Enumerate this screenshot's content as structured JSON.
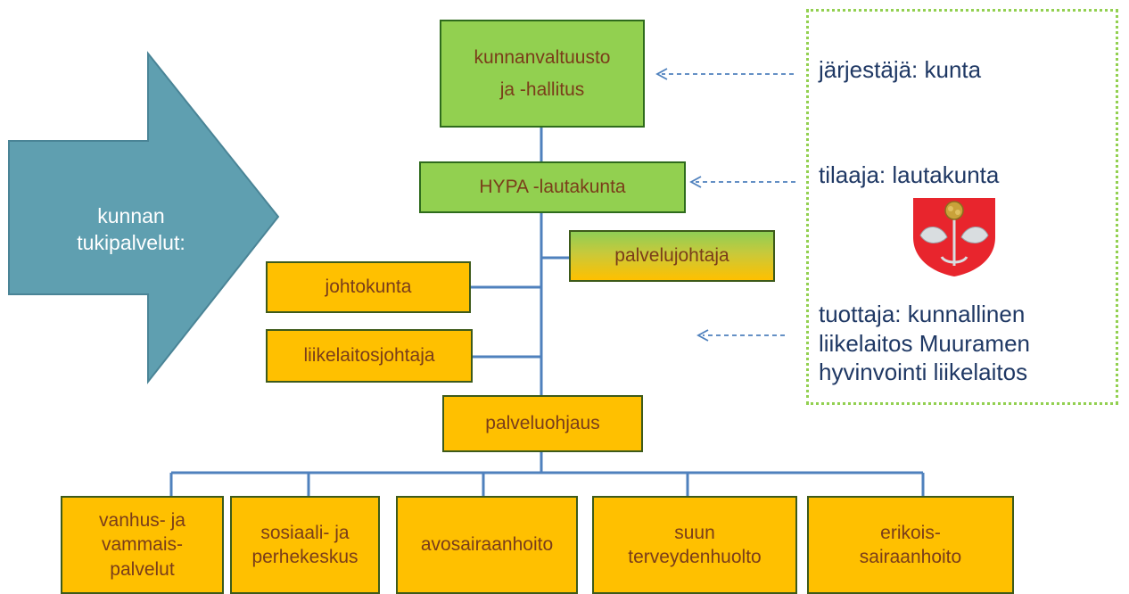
{
  "arrow": {
    "label_line1": "kunnan",
    "label_line2": "tukipalvelut:"
  },
  "boxes": {
    "council": {
      "line1": "kunnanvaltuusto",
      "line2": "ja -hallitus"
    },
    "board": {
      "label": "HYPA -lautakunta"
    },
    "service_director": {
      "label": "palvelujohtaja"
    },
    "directorate": {
      "label": "johtokunta"
    },
    "enterprise_director": {
      "label": "liikelaitosjohtaja"
    },
    "service_guidance": {
      "label": "palveluohjaus"
    }
  },
  "units": [
    {
      "lines": [
        "vanhus- ja",
        "vammais-",
        "palvelut"
      ]
    },
    {
      "lines": [
        "sosiaali- ja",
        "perhekeskus"
      ]
    },
    {
      "lines": [
        "avosairaanhoito"
      ]
    },
    {
      "lines": [
        "suun",
        "terveydenhuolto"
      ]
    },
    {
      "lines": [
        "erikois-",
        "sairaanhoito"
      ]
    }
  ],
  "roles": {
    "organizer": "järjestäjä: kunta",
    "orderer": "tilaaja: lautakunta",
    "producer_line1": "tuottaja: kunnallinen",
    "producer_line2": "liikelaitos Muuramen",
    "producer_line3": "hyvinvointi liikelaitos"
  },
  "colors": {
    "green_box": "#92d050",
    "orange_box": "#ffc000",
    "arrow_fill": "#5f9fb0",
    "connector": "#4f81bd",
    "right_text": "#1f3864",
    "panel_border": "#92d050"
  }
}
